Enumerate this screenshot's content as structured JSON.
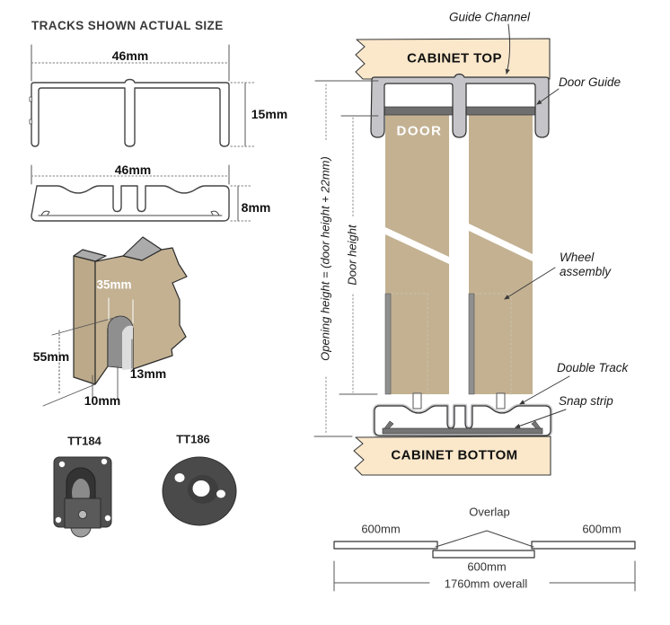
{
  "title": "TRACKS SHOWN ACTUAL SIZE",
  "colors": {
    "cabinet_board": "#FBE8CB",
    "door_panel": "#C3B192",
    "track_gray": "#C5C5C9",
    "door_guide_gray": "#6E6E6E",
    "snap_strip_gray": "#757575",
    "outline": "#2F2F2F"
  },
  "tracks": {
    "top_track": {
      "width": "46mm",
      "height": "15mm"
    },
    "bottom_track": {
      "width": "46mm",
      "height": "8mm"
    }
  },
  "door_detail": {
    "slot_top_width": "35mm",
    "edge_height": "55mm",
    "slot_depth": "13mm",
    "slot_bottom_width": "10mm"
  },
  "products": {
    "wheel_unit": "TT184",
    "guide_disc": "TT186"
  },
  "assembly": {
    "cabinet_top": "CABINET TOP",
    "cabinet_bottom": "CABINET BOTTOM",
    "door": "DOOR",
    "callouts": {
      "guide_channel": "Guide Channel",
      "door_guide": "Door Guide",
      "wheel_line1": "Wheel",
      "wheel_line2": "assembly",
      "double_track": "Double Track",
      "snap_strip": "Snap strip"
    },
    "dimensions": {
      "opening_height": "Opening height = (door height + 22mm)",
      "door_height": "Door height"
    }
  },
  "overlap": {
    "title": "Overlap",
    "left_door": "600mm",
    "right_door": "600mm",
    "center_door": "600mm",
    "overall": "1760mm overall"
  }
}
